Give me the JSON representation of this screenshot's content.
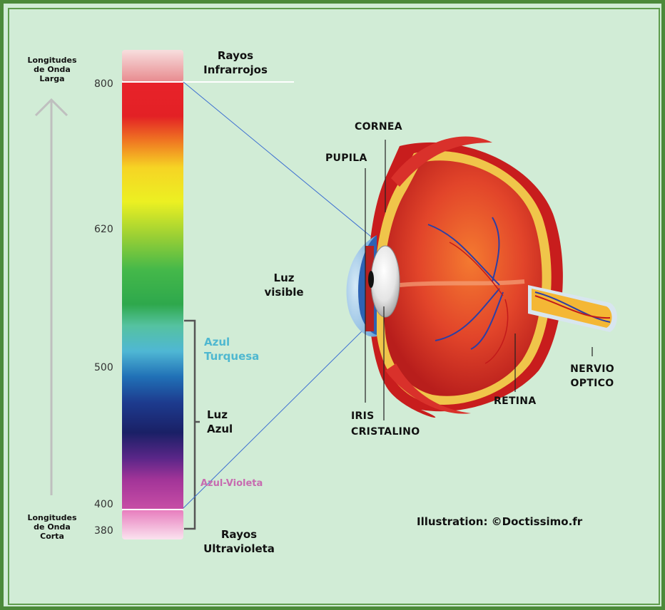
{
  "axis_top_label": "Longitudes de Onda Larga",
  "axis_bottom_label": "Longitudes de Onda Corta",
  "ticks": [
    "800",
    "620",
    "500",
    "400",
    "380"
  ],
  "infrared_label": "Rayos Infrarrojos",
  "visible_light_label": "Luz visible",
  "azul_turquesa_label": "Azul Turquesa",
  "luz_azul_label": "Luz Azul",
  "azul_violeta_label": "Azul-Violeta",
  "ultraviolet_label": "Rayos Ultravioleta",
  "eye_parts": {
    "cornea": "CORNEA",
    "pupila": "PUPILA",
    "iris": "IRIS",
    "cristalino": "CRISTALINO",
    "retina": "RETINA",
    "nervio_optico": "NERVIO OPTICO"
  },
  "credit": "Illustration: ©Doctissimo.fr",
  "colors": {
    "frame": "#4c8a3a",
    "background": "#d1ecd6",
    "turquoise_text": "#4fb8d0",
    "violet_text": "#c76bb0"
  }
}
